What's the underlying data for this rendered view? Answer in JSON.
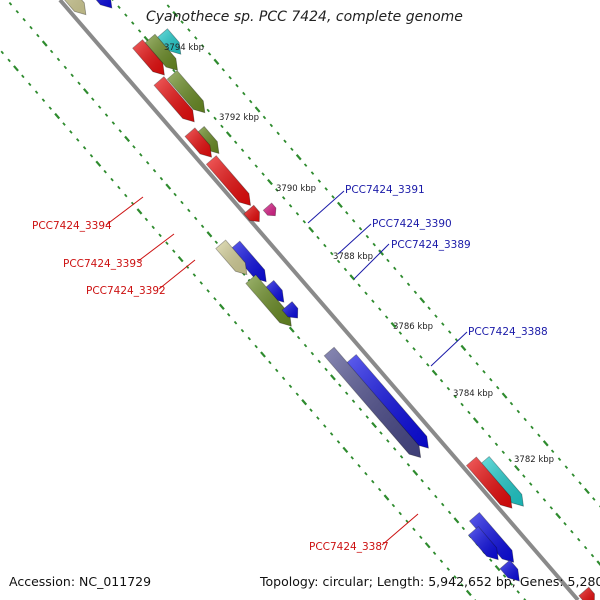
{
  "title": "Cyanothece sp. PCC 7424, complete genome",
  "footer": {
    "accession": "Accession: NC_011729",
    "topology": "Topology: circular; Length: 5,942,652 bp; Genes: 5,280"
  },
  "colors": {
    "backbone": "#8a8a8a",
    "tick": "#2e8b2e",
    "label_forward": "#1a1aa8",
    "label_reverse": "#cc1111"
  },
  "kbp_labels": [
    "3794 kbp",
    "3792 kbp",
    "3790 kbp",
    "3788 kbp",
    "3786 kbp",
    "3784 kbp",
    "3782 kbp"
  ],
  "gene_labels": [
    "PCC7424_3391",
    "PCC7424_3390",
    "PCC7424_3389",
    "PCC7424_3388",
    "PCC7424_3394",
    "PCC7424_3393",
    "PCC7424_3392",
    "PCC7424_3387"
  ],
  "gene_colors": {
    "blue": "#0a0ae6",
    "olive": "#6b8e23",
    "khaki": "#d8d39a",
    "red": "#ee0a0a",
    "cyan": "#1fd0d0",
    "purple": "#4a4a8c",
    "magenta": "#e0208c"
  }
}
